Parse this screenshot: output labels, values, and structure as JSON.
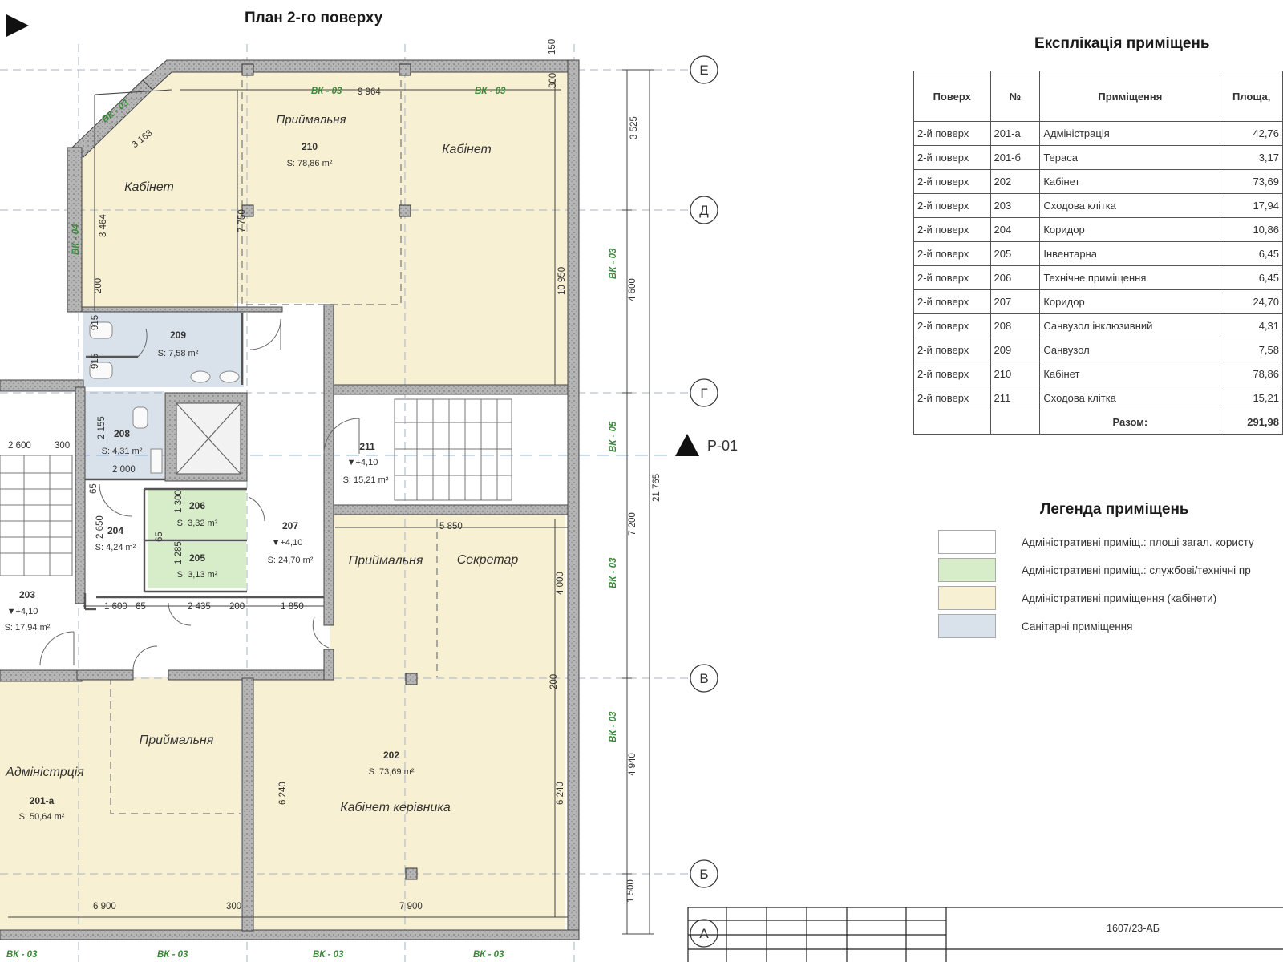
{
  "plan_title": "План 2-го поверху",
  "explication": {
    "title": "Експлікація приміщень",
    "headers": [
      "Поверх",
      "№",
      "Приміщення",
      "Площа,"
    ],
    "rows": [
      [
        "2-й поверх",
        "201-а",
        "Адміністрація",
        "42,76"
      ],
      [
        "2-й поверх",
        "201-б",
        "Тераса",
        "3,17"
      ],
      [
        "2-й поверх",
        "202",
        "Кабінет",
        "73,69"
      ],
      [
        "2-й поверх",
        "203",
        "Сходова клітка",
        "17,94"
      ],
      [
        "2-й поверх",
        "204",
        "Коридор",
        "10,86"
      ],
      [
        "2-й поверх",
        "205",
        "Інвентарна",
        "6,45"
      ],
      [
        "2-й поверх",
        "206",
        "Технічне приміщення",
        "6,45"
      ],
      [
        "2-й поверх",
        "207",
        "Коридор",
        "24,70"
      ],
      [
        "2-й поверх",
        "208",
        "Санвузол інклюзивний",
        "4,31"
      ],
      [
        "2-й поверх",
        "209",
        "Санвузол",
        "7,58"
      ],
      [
        "2-й поверх",
        "210",
        "Кабінет",
        "78,86"
      ],
      [
        "2-й поверх",
        "211",
        "Сходова клітка",
        "15,21"
      ]
    ],
    "total_label": "Разом:",
    "total_value": "291,98"
  },
  "legend": {
    "title": "Легенда приміщень",
    "items": [
      {
        "label": "Адміністративні приміщ.: площі загал. користу",
        "color": "#ffffff"
      },
      {
        "label": "Адміністративні приміщ.:  службові/технічні пр",
        "color": "#d7ecc8"
      },
      {
        "label": "Адміністративні приміщення (кабінети)",
        "color": "#f8f0d2"
      },
      {
        "label": "Санітарні приміщення",
        "color": "#d9e2ea"
      }
    ]
  },
  "colors": {
    "office": "#f8f0d2",
    "service": "#d7ecc8",
    "sanitary": "#d9e2ea",
    "wall": "#888888"
  },
  "axes": {
    "rows": [
      "Е",
      "Д",
      "Г",
      "В",
      "Б",
      "А"
    ],
    "section_label": "Р-01"
  },
  "rooms": {
    "r210": {
      "name": "Приймальня",
      "num": "210",
      "area": "S: 78,86 m²"
    },
    "r210_cab_left": "Кабінет",
    "r210_cab_right": "Кабінет",
    "r209": {
      "num": "209",
      "area": "S: 7,58 m²"
    },
    "r208": {
      "num": "208",
      "area": "S: 4,31 m²"
    },
    "r211": {
      "num": "211",
      "level": "▼+4,10",
      "area": "S: 15,21 m²"
    },
    "r206": {
      "num": "206",
      "area": "S: 3,32 m²"
    },
    "r205": {
      "num": "205",
      "area": "S: 3,13 m²"
    },
    "r204": {
      "num": "204",
      "area": "S: 4,24 m²"
    },
    "r207": {
      "num": "207",
      "level": "▼+4,10",
      "area": "S: 24,70 m²"
    },
    "r203": {
      "num": "203",
      "level": "▼+4,10",
      "area": "S: 17,94 m²"
    },
    "reception_mid": "Приймальня",
    "secretary": "Секретар",
    "reception_low": "Приймальня",
    "r201a": {
      "name": "Адміністрція",
      "num": "201-а",
      "area": "S: 50,64 m²"
    },
    "r202": {
      "num": "202",
      "area": "S: 73,69 m²",
      "name": "Кабінет керівника"
    }
  },
  "dimensions": {
    "d9964": "9 964",
    "d3163": "3 163",
    "d150": "150",
    "d300a": "300",
    "d3525": "3 525",
    "d3464": "3 464",
    "d7750": "7 750",
    "d200a": "200",
    "d915a": "915",
    "d915b": "915",
    "d10950": "10 950",
    "d4600": "4 600",
    "d2155": "2 155",
    "d2600": "2 600",
    "d300b": "300",
    "d2000": "2 000",
    "d21765": "21 765",
    "d5850": "5 850",
    "d1300": "1 300",
    "d65a": "65",
    "d1285": "1 285",
    "d2650": "2 650",
    "d65b": "65",
    "d7200": "7 200",
    "d4000": "4 000",
    "d1600": "1 600",
    "d65c": "65",
    "d2435": "2 435",
    "d200b": "200",
    "d1850": "1 850",
    "d200c": "200",
    "d4940": "4 940",
    "d6240a": "6 240",
    "d6240b": "6 240",
    "d6900": "6 900",
    "d300c": "300",
    "d7900": "7 900",
    "d1500": "1 500"
  },
  "wall_marks": {
    "bk03_a": "ВК - 03",
    "bk03_b": "ВК - 03",
    "bk03_c": "ВК - 03",
    "bk04": "ВК - 04",
    "bk03_d": "ВК - 03",
    "bk05": "ВК - 05",
    "bk03_e": "ВК - 03",
    "bk03_f": "ВК - 03",
    "bk03_g": "ВК - 03",
    "bk03_h": "ВК - 03",
    "bk03_i": "ВК - 03",
    "bk03_j": "ВК - 03"
  },
  "stamp": {
    "code": "1607/23-АБ"
  }
}
